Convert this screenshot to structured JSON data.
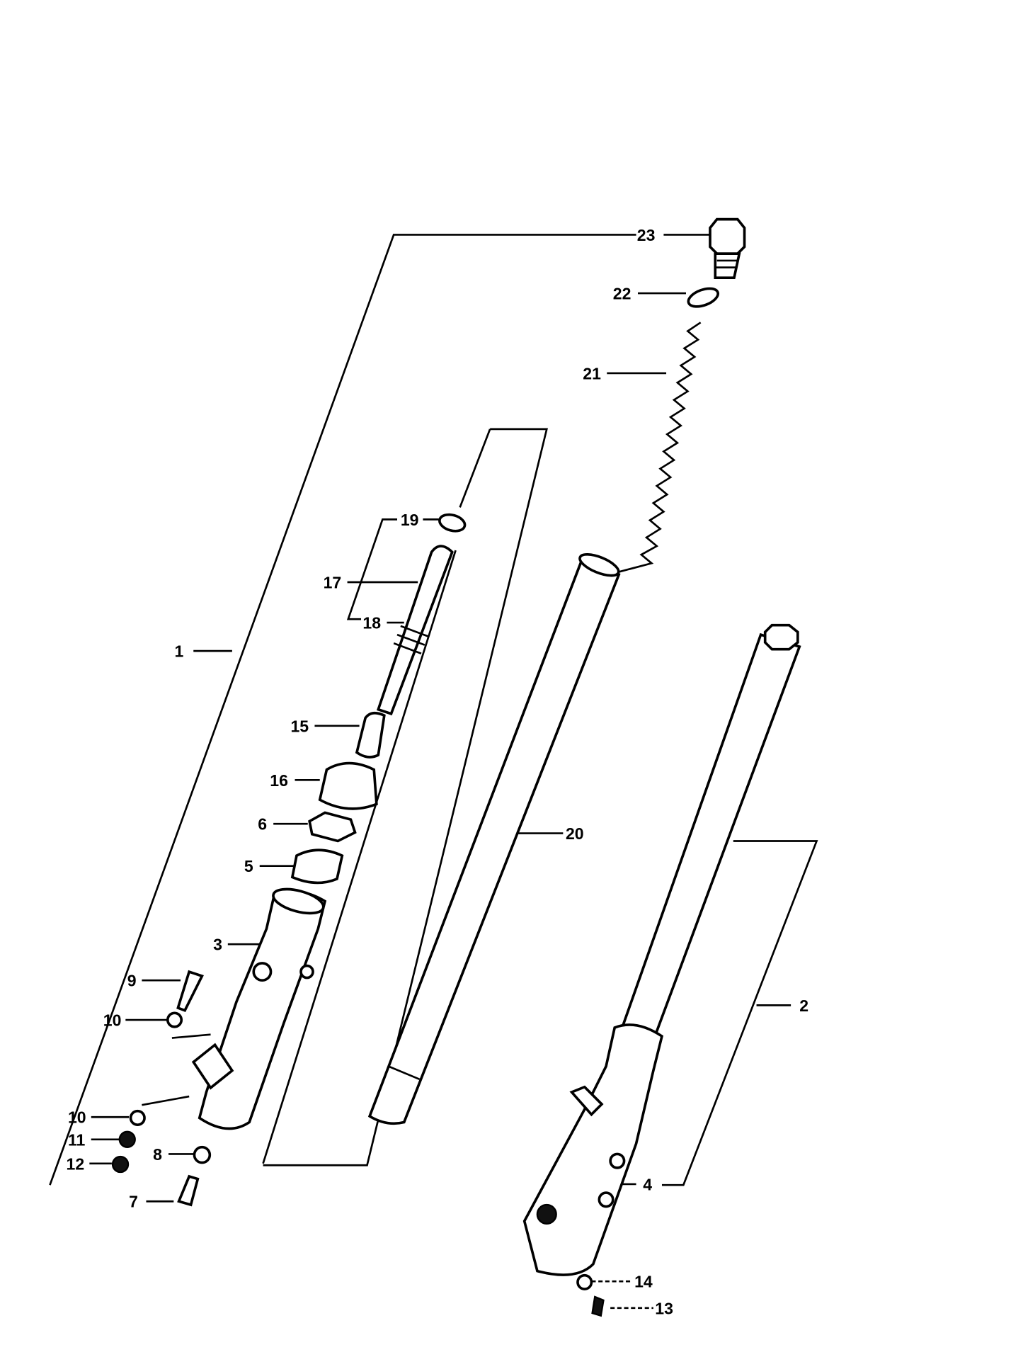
{
  "diagram": {
    "title": "Front fork exploded parts diagram",
    "callouts": {
      "c1": "1",
      "c2": "2",
      "c3": "3",
      "c4": "4",
      "c5": "5",
      "c6": "6",
      "c7": "7",
      "c8": "8",
      "c9": "9",
      "c10a": "10",
      "c10b": "10",
      "c11": "11",
      "c12": "12",
      "c13": "13",
      "c14": "14",
      "c15": "15",
      "c16": "16",
      "c17": "17",
      "c18": "18",
      "c19": "19",
      "c20": "20",
      "c21": "21",
      "c22": "22",
      "c23": "23"
    }
  }
}
